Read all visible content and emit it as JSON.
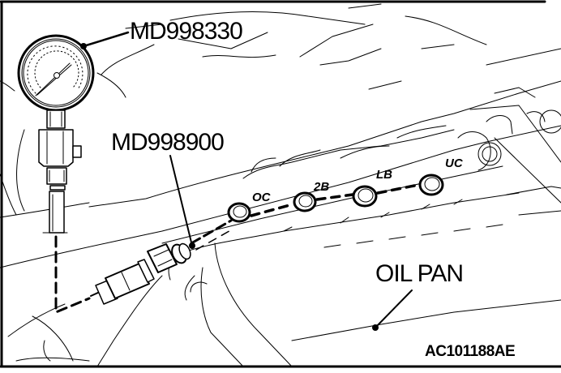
{
  "figure": {
    "type": "service-manual illustration",
    "figure_id": "AC101188AE",
    "colors": {
      "line": "#000000",
      "background": "#ffffff"
    }
  },
  "callouts": {
    "gauge_tool": "MD998330",
    "adapter_tool": "MD998900",
    "oil_pan": "OIL PAN"
  },
  "ports": [
    {
      "id": "oc",
      "label": "OC"
    },
    {
      "id": "2b",
      "label": "2B"
    },
    {
      "id": "lb",
      "label": "LB"
    },
    {
      "id": "uc",
      "label": "UC"
    }
  ]
}
